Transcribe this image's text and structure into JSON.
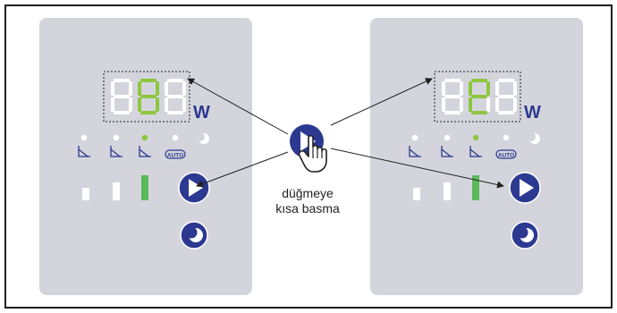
{
  "caption": {
    "line1": "düğmeye",
    "line2": "kısa basma"
  },
  "unit_label": "W",
  "auto_label": "AUTO",
  "colors": {
    "panel": "#d4d5dc",
    "accent_blue": "#2b3990",
    "segment_on": "#8dc63f",
    "segment_off": "#ffffff",
    "bar_on": "#5cb85c",
    "dot_on": "#8dc63f"
  },
  "panels": [
    {
      "id": "before",
      "display_segments_on": [
        [],
        [
          "a",
          "b",
          "c",
          "d",
          "e",
          "f",
          "g"
        ],
        []
      ],
      "power_dots_on": [
        false,
        false,
        true,
        false
      ],
      "bars_on": [
        false,
        false,
        true
      ]
    },
    {
      "id": "after",
      "display_segments_on": [
        [],
        [
          "a",
          "b",
          "f",
          "g",
          "e",
          "d"
        ],
        []
      ],
      "power_dots_on": [
        false,
        false,
        true,
        false
      ],
      "bars_on": [
        false,
        false,
        true
      ]
    }
  ],
  "icons": {
    "play": "play-button-icon",
    "moon": "moon-button-icon",
    "hand": "pointing-hand-icon",
    "slope": "slope-mode-icon",
    "auto": "auto-mode-icon"
  }
}
